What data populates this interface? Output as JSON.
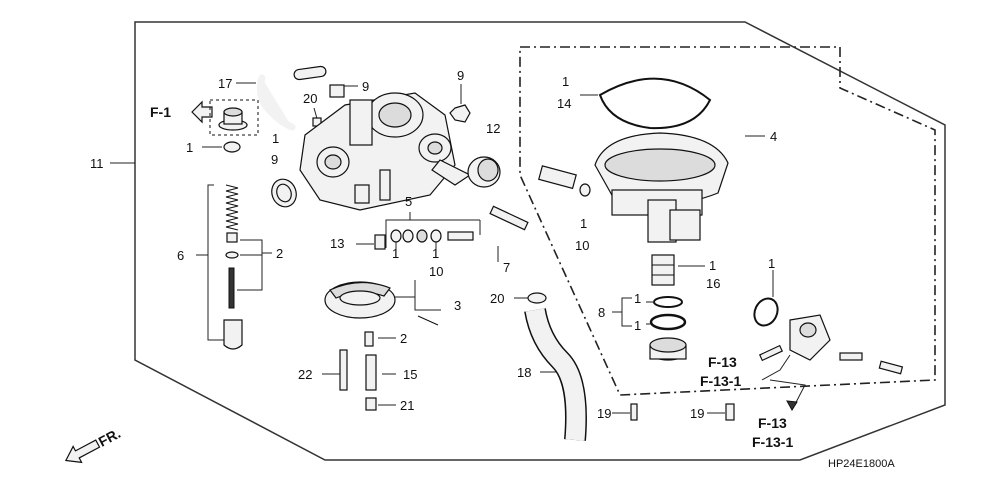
{
  "labels": {
    "l17": "17",
    "l9a": "9",
    "l9b": "9",
    "l20a": "20",
    "l12": "12",
    "l1_body": "1",
    "l9_body": "9",
    "lF1": "F-1",
    "l1a": "1",
    "l11": "11",
    "l6": "6",
    "l2a": "2",
    "l5": "5",
    "l13": "13",
    "l1_kit": "1",
    "l10_kit": "10",
    "l3": "3",
    "l2b": "2",
    "l22": "22",
    "l15": "15",
    "l21": "21",
    "l1_gasket": "1",
    "l14": "14",
    "l4": "4",
    "l1_bowl": "1",
    "l10_bowl": "10",
    "l7": "7",
    "l20b": "20",
    "l1_filter": "1",
    "l16": "16",
    "l8": "8",
    "l1_or1": "1",
    "l1_or2": "1",
    "l18": "18",
    "l1_drain": "1",
    "lF13a": "F-13",
    "lF131a": "F-13-1",
    "lF13b": "F-13",
    "lF131b": "F-13-1",
    "l19a": "19",
    "l19b": "19",
    "lFR": "FR.",
    "lcode": "HP24E1800A"
  }
}
